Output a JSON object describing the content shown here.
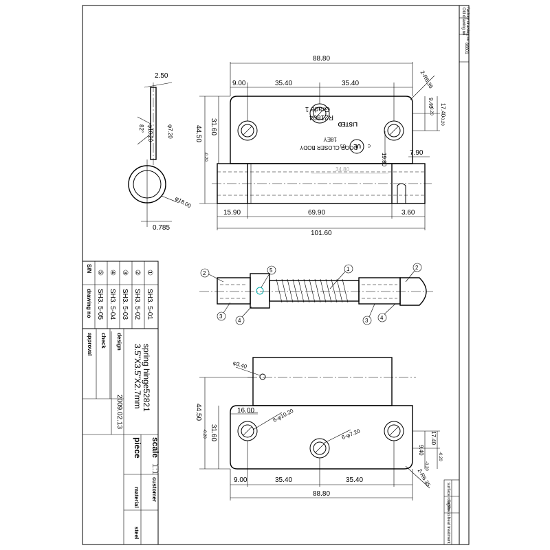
{
  "hinge_front": {
    "dims": {
      "overall_width": "88.80",
      "edge_to_hole": "9.00",
      "hole_pitch_1": "35.40",
      "hole_pitch_2": "35.40",
      "corner_radius": "2-R6.35",
      "hole_offset_a": "17.40",
      "hole_offset_a_tol": "-0.20",
      "hole_offset_b": "9.40",
      "hole_offset_b_tol": "-0.20",
      "leaf_height": "31.60",
      "total_height": "44.50",
      "total_height_tol": "-0.20",
      "slot_depth": "19.80",
      "slot_width": "7.90",
      "knuckle_1": "15.90",
      "knuckle_2": "69.90",
      "knuckle_3": "3.60",
      "overall_length": "101.60",
      "ref_length": "34.80"
    },
    "marking": {
      "line1": "DOOR CLOSER BODY",
      "line2": "18EY",
      "line3": "LISTED",
      "line4": "R21804",
      "line5": "Grade 1",
      "c": "C",
      "ul": "UL",
      "us": "US"
    }
  },
  "side_view": {
    "thickness": "2.50",
    "angle": "82°",
    "inner_dia": "φ10.20",
    "pin_dia": "φ7.20",
    "outer_dia": "φ18.00",
    "gap": "0.785"
  },
  "assembly": {
    "balloons": [
      "1",
      "2",
      "2",
      "3",
      "3",
      "4",
      "4",
      "5"
    ]
  },
  "hinge_back": {
    "dims": {
      "pin_hole": "φ3.40",
      "edge_offset": "16.00",
      "big_holes": "6-φ10.20",
      "small_holes": "6-φ7.20",
      "total_height": "44.50",
      "total_height_tol": "-0.20",
      "leaf_height": "31.60",
      "hole_offset_a": "17.40",
      "hole_offset_a_tol": "-0.20",
      "hole_offset_b": "9.40",
      "hole_offset_b_tol": "-0.20",
      "edge_to_hole": "9.00",
      "hole_pitch_1": "35.40",
      "hole_pitch_2": "35.40",
      "overall_width": "88.80",
      "corner_radius": "2-R6.35"
    }
  },
  "parts_list": {
    "header": "drawing no",
    "sn_header": "S/N",
    "rows": [
      {
        "no": "①",
        "drawing": "SH3. 5-01"
      },
      {
        "no": "②",
        "drawing": "SH3. 5-02"
      },
      {
        "no": "③",
        "drawing": "SH3. 5-03"
      },
      {
        "no": "④",
        "drawing": "SH3. 5-04"
      },
      {
        "no": "⑤",
        "drawing": "SH3. 5-05"
      }
    ]
  },
  "title_block": {
    "title_line1": "3.5\"X3.5\"X2.7mm",
    "title_line2": "spring hinge52821",
    "design": "design",
    "check": "check",
    "approval": "approval",
    "date": "2009.02.13",
    "scale_label": "scale",
    "scale_value": "1:1",
    "piece": "piece",
    "customer": "customer",
    "material": "material",
    "material_value": "steel"
  },
  "right_strip": {
    "old_drawing": "Old drawing no",
    "factory_drawing": "factory drawing no",
    "surface_roughness": "surface roughness",
    "finish": "finish",
    "heat_treatment": "heat treatment",
    "code": "66801"
  }
}
